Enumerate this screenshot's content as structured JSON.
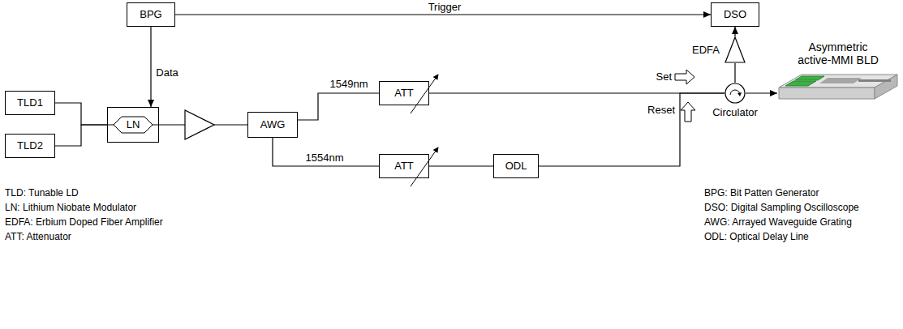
{
  "diagram": {
    "nodes": [
      {
        "text": [
          "BPG"
        ]
      },
      {
        "text": [
          "DSO"
        ]
      },
      {
        "text": [
          "TLD1"
        ]
      },
      {
        "text": [
          "TLD2"
        ]
      },
      {
        "text": [
          "LN"
        ]
      },
      {
        "text": [
          "AWG"
        ]
      },
      {
        "text": [
          "ATT"
        ]
      },
      {
        "text": [
          "ATT"
        ]
      },
      {
        "text": [
          "ODL"
        ]
      },
      {
        "text": [
          "EDFA"
        ]
      },
      {
        "text": [
          "Circulator"
        ]
      },
      {
        "text": [
          "Asymmetric active-MMI BLD"
        ]
      }
    ],
    "edges": [
      {
        "from": 0,
        "to": 1,
        "label": "Trigger",
        "arrow": "to"
      },
      {
        "from": 0,
        "to": 4,
        "label": "Data",
        "arrow": "to"
      },
      {
        "from": 2,
        "to": 4,
        "arrow": "none"
      },
      {
        "from": 3,
        "to": 4,
        "arrow": "none"
      },
      {
        "from": 4,
        "to": 5,
        "arrow": "none"
      },
      {
        "from": 5,
        "to": 6,
        "label": "1549nm",
        "arrow": "none"
      },
      {
        "from": 5,
        "to": 7,
        "label": "1554nm",
        "arrow": "none"
      },
      {
        "from": 7,
        "to": 8,
        "arrow": "none"
      },
      {
        "from": 6,
        "to": 10,
        "arrow": "none"
      },
      {
        "from": 8,
        "to": 10,
        "arrow": "none"
      },
      {
        "from": 10,
        "to": 9,
        "arrow": "none"
      },
      {
        "from": 9,
        "to": 1,
        "arrow": "to"
      },
      {
        "from": 10,
        "to": 11,
        "arrow": "to"
      }
    ],
    "labels": [
      "Set",
      "Reset",
      "TLD: Tunable LD",
      "LN: Lithium Niobate Modulator",
      "EDFA: Erbium Doped Fiber Amplifier",
      "ATT: Attenuator",
      "BPG: Bit Patten Generator",
      "DSO: Digital Sampling Oscilloscope",
      "AWG: Arrayed Waveguide Grating",
      "ODL: Optical Delay Line"
    ]
  }
}
